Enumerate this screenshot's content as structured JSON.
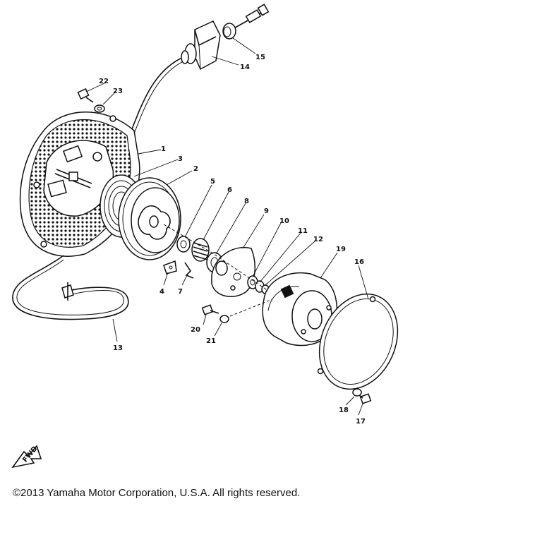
{
  "copyright": "©2013 Yamaha Motor Corporation, U.S.A. All rights reserved.",
  "fwd_label": "FWD",
  "callouts": [
    "1",
    "2",
    "3",
    "4",
    "5",
    "6",
    "7",
    "8",
    "9",
    "10",
    "11",
    "12",
    "13",
    "14",
    "15",
    "16",
    "17",
    "18",
    "19",
    "20",
    "21",
    "22",
    "23"
  ]
}
